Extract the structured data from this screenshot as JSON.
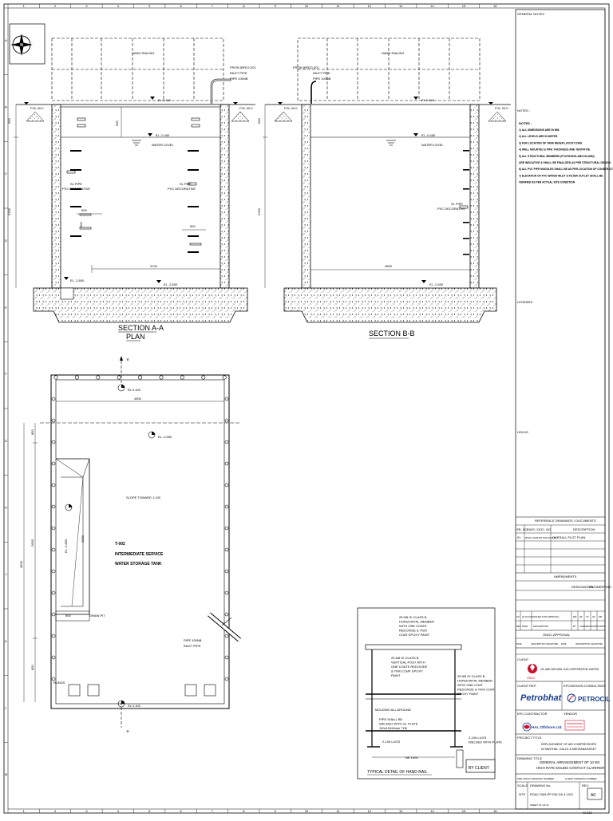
{
  "border": {
    "columns": [
      "1",
      "2",
      "3",
      "4",
      "5",
      "6",
      "7",
      "8",
      "9",
      "10",
      "11",
      "12",
      "13",
      "14",
      "15",
      "16"
    ],
    "rows": [
      "A",
      "B",
      "C",
      "D",
      "E",
      "F",
      "G",
      "H",
      "J",
      "K",
      "L",
      "M"
    ]
  },
  "north_arrow": {
    "label": "N"
  },
  "section_aa": {
    "title": "SECTION A-A",
    "handrail": "HAND RAILING",
    "from_line": "FROM 85R22-001",
    "inlet_pipe": "INLET PIPE",
    "pipe_size": "PIPE 100NB",
    "el_top": "EL 0.100",
    "fgl_left": "FGL 00.0",
    "fgl_right": "FGL 00.0",
    "dim_500_left": "500",
    "dim_500_mid": "500",
    "el_water": "EL -0.450",
    "water_level": "WATER LEVEL",
    "dim_2250": "2250",
    "pipe_left": "SL PIPE",
    "pipe_left_note": "PVC DECORATIVE",
    "pipe_mid": "SL PIPE",
    "pipe_mid_note": "PVC DECORATIVE",
    "dim_500_a": "500",
    "dim_500_b": "500",
    "dim_500_c": "500",
    "dim_3700": "3700",
    "el_bottom_left": "EL -2.800",
    "el_bottom": "EL -2.630"
  },
  "section_bb": {
    "title": "SECTION B-B",
    "handrail": "HAND RAILING",
    "from_line": "FROM 85R22-001",
    "inlet_pipe": "INLET PIPE",
    "pipe_size": "PIPE 100NB",
    "el_top": "EL 0.100",
    "fgl_left": "FGL 00.0",
    "fgl_right": "FGL 00.0",
    "dim_500": "500",
    "el_water": "EL -0.450",
    "water_level": "WATER LEVEL",
    "dim_2250": "2250",
    "pipe": "SL PIPE",
    "pipe_note": "PVC DECORATIVE",
    "dim_4500": "4500",
    "el_bottom": "EL -2.630"
  },
  "plan": {
    "title": "PLAN",
    "section_b_top": "'B'",
    "section_b_bottom": "'B'",
    "el_top": "EL 0.100",
    "dim_4500_top": "4500",
    "el_inner": "EL -2.650",
    "slope": "SLOPE TOWARD 1:100",
    "tag": "T-002",
    "tank_line1": "INTERMEDIATE SERVICE",
    "tank_line2": "WATER STORAGE TANK",
    "el_pit": "EL -2.800",
    "dim_pit": "2000",
    "dim_850_top": "850",
    "dim_2600": "2600",
    "dim_4500_side": "4500",
    "dim_850_bottom": "850",
    "dim_500": "500",
    "drain_pit": "DRAIN PIT",
    "pipe_label": "PIPE 100NB",
    "inlet_pipe": "INLET PIPE",
    "rungs": "RUNGS",
    "el_bottom": "EL 0.100"
  },
  "handrail_detail": {
    "title": "TYPICAL DETAIL OF HAND RAIL",
    "note1": [
      "25 NB GI CLASS B",
      "HORIZONTAL MEMBER",
      "WITH ONE COATE",
      "REDOXIDE & TWO",
      "COAT EPOXY PAINT"
    ],
    "note2": [
      "25 NB GI CLASS B",
      "VERTICAL POST WITH",
      "ONE COATE REDOXIDE",
      "& TWO COAT EPOXY",
      "PAINT"
    ],
    "note3": [
      "25 NB GI CLASS B",
      "HORIZONTAL MEMBER",
      "WITH ONE COAT",
      "REDOXIDE & TWO COAT",
      "EPOXY PAINT"
    ],
    "note4": "MOLDING ALL AROUND",
    "note5": [
      "PIPE SHALL BE",
      "WELDED WITH GI, PLATE",
      "100x100x5mm THK"
    ],
    "note6": "2-10# LUGS",
    "note7": [
      "2-10# LUGS",
      "WELDED WITH PLATE"
    ],
    "dim": "NE 1000",
    "by_client": "BY CLIENT"
  },
  "title_block": {
    "general_notes": "GENERAL NOTES",
    "notes_heading": "NOTES :",
    "notes": [
      "1) ALL DIMENSIONS ARE IN MM.",
      "2) ALL LEVELS ARE IN METER.",
      "3) FOR LOCATION OF TANK REFER LAYOUT DWG",
      "4) WALL MOUNTED & PIPE THICKNESS ARE TENTATIVE.",
      "5) ALL STRUCTURAL MEMBERS (FOOTING/SLAB/COLUMN)",
      "   ARE INDICATIVE & SHALL BE FINALIZED AS PER STRUCTURAL DESIGN",
      "6) ALL PVC PIPE MODULES SHALL BE AS PER LOCATION OF CONSTRUCTION.",
      "7) ELEVATION OF PVC WATER INLET & FILTER OUTLET SHALL BE",
      "   VERIFIED AS PER ACTUAL SITE CONDITION"
    ],
    "legends": "LEGENDS",
    "holds": "HOLDS",
    "ref_heading": "REFERENCE DRAWINGS / DOCUMENTS",
    "ref_cols": [
      "SR. NO.",
      "DWG / DOC. NO.",
      "DESCRIPTION"
    ],
    "ref_row": [
      "01",
      "ROAC-SAM-PP-DW-KP-8-02",
      "OVERALL PLOT PLAN"
    ],
    "amendments": "AMENDMENTS",
    "approvals": [
      "DESIGNATION",
      "ENGINEERING"
    ],
    "rev_rows": [
      [
        "A0",
        "22.04.2022",
        "ISSUED FOR APPROVAL",
        "MR",
        "LB",
        "TK",
        "LB",
        "NB"
      ],
      [
        "REV",
        "DATE",
        "DESCRIPTION",
        "BY",
        "CHKD",
        "REVD",
        "APPD",
        "APPD"
      ]
    ],
    "cl_approval": "ONGC APPROVAL",
    "cl_cols": [
      "DATE",
      "DESCRIPTION",
      "SIGNATURE",
      "DATE",
      "DESCRIPTION",
      "SIGNATURE"
    ],
    "client_label": "CLIENT",
    "client_name": "OIL AND NATURAL GAS CORPORATION LIMITED",
    "ongc": "ONGC",
    "client_rep": "CLIENT REP.",
    "epc_consultant": "EPC/DESIGN CONSULTANT",
    "petrobhat": "Petrobhat",
    "petrocil": "PETROCIL",
    "epc_contractor": "EPC CONTRACTOR",
    "vendor": "VENDOR",
    "hal": "HAL Offshore Ltd.",
    "project_title_label": "PROJECT TITLE",
    "project_title": [
      "REPLACEMENT OF AIR COMPRESSORS",
      "IN SANTHAL, KALOL & MEHSANA ASSET"
    ],
    "drawing_title_label": "DRAWING TITLE",
    "drawing_title": [
      "GENERAL ARRANGEMENT OF 10 M3",
      "HIGH RATE SOLIDS CONTACT CLARIFIER"
    ],
    "pre_dwg": "PRE./ONGC DRAWING NUMBER",
    "client_dwg": "CLIENT DRAWING NUMBER",
    "scale_label": "SCALE",
    "scale": "NTS",
    "drawing_no_label": "DRAWING No.",
    "drawing_no": "ROAC-SAM-PP-DW-GA-4-1021",
    "rev_label": "REV.",
    "rev": "A0",
    "sheet_label": "SHEET: 01 OF 01",
    "paper": "A3 SIZE"
  }
}
